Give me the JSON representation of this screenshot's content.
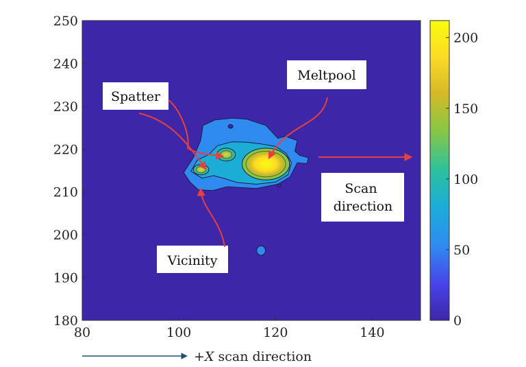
{
  "chart_data": {
    "type": "heatmap",
    "title": "",
    "xlabel_prefix": "+",
    "xlabel_var": "X",
    "xlabel_suffix": " scan direction",
    "ylabel": "",
    "xlim": [
      80,
      150
    ],
    "ylim": [
      180,
      250
    ],
    "x_ticks": [
      80,
      100,
      120,
      140
    ],
    "y_ticks": [
      180,
      190,
      200,
      210,
      220,
      230,
      240,
      250
    ],
    "colorbar": {
      "min": 0,
      "max": 212,
      "ticks": [
        0,
        50,
        100,
        150,
        200
      ]
    },
    "colormap": [
      "#3e26a8",
      "#4743e8",
      "#2f8bf0",
      "#1cadd7",
      "#2dc09e",
      "#86c746",
      "#d7b927",
      "#fbdc25",
      "#f9fb0e"
    ],
    "background_color": "#3e26a8",
    "regions": [
      {
        "name": "Meltpool",
        "center": [
          118,
          216.5
        ],
        "peak": 210
      },
      {
        "name": "Spatter",
        "center": [
          109.8,
          218.7
        ],
        "peak": 150
      },
      {
        "name": "Spatter",
        "center": [
          104.6,
          215.2
        ],
        "peak": 135
      },
      {
        "name": "Vicinity",
        "center": [
          112,
          220
        ],
        "peak": 45
      },
      {
        "name": "",
        "center": [
          117,
          196.3
        ],
        "peak": 45
      }
    ],
    "annotations": [
      {
        "label": "Meltpool"
      },
      {
        "label": "Spatter"
      },
      {
        "label": "Vicinity"
      },
      {
        "label": "Scan\ndirection"
      }
    ]
  }
}
